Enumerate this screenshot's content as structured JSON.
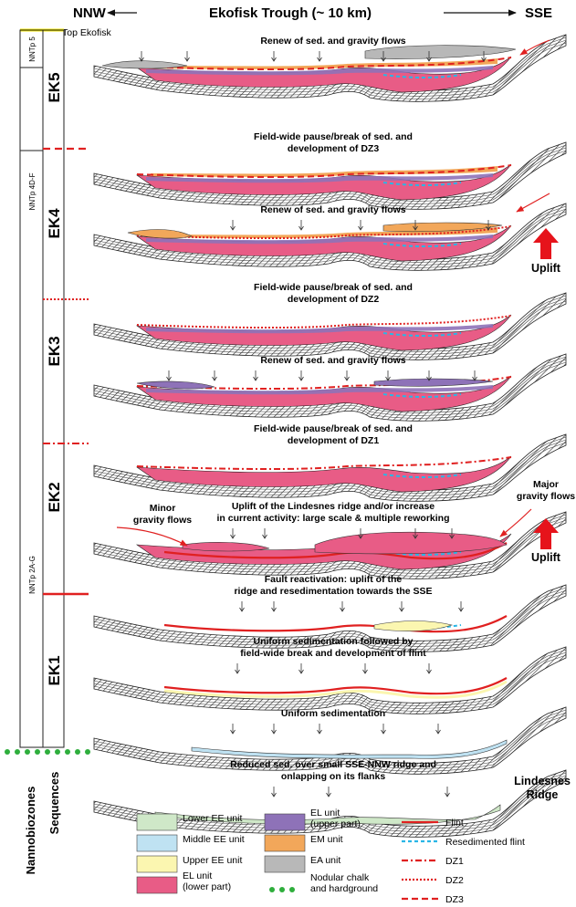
{
  "header": {
    "left": "NNW",
    "center": "Ekofisk Trough (~ 10 km)",
    "right": "SSE",
    "top_label": "Top Ekofisk"
  },
  "zones": [
    "NNTp 5",
    "NNTp 4D-F",
    "NNTp 2A-G"
  ],
  "sequences": [
    "EK5",
    "EK4",
    "EK3",
    "EK2",
    "EK1"
  ],
  "column_titles": {
    "nanno": "Nannobiozones",
    "seq": "Sequences"
  },
  "panels": [
    {
      "caption": [
        "Renew of sed. and gravity flows"
      ]
    },
    {
      "caption": [
        "Field-wide pause/break of sed. and",
        "development of DZ3"
      ]
    },
    {
      "caption": [
        "Renew of sed. and gravity flows"
      ]
    },
    {
      "caption": [
        "Field-wide pause/break of sed. and",
        "development of DZ2"
      ]
    },
    {
      "caption": [
        "Renew of sed. and gravity flows"
      ]
    },
    {
      "caption": [
        "Field-wide pause/break of sed. and",
        "development of DZ1"
      ]
    },
    {
      "caption": [
        "Uplift of the Lindesnes ridge and/or increase",
        "in current activity: large scale & multiple reworking"
      ]
    },
    {
      "caption": [
        "Fault reactivation: uplift of the",
        "ridge and resedimentation towards the SSE"
      ]
    },
    {
      "caption": [
        "Uniform sedimentation followed by",
        "field-wide break and development of flint"
      ]
    },
    {
      "caption": [
        "Uniform sedimentation"
      ]
    },
    {
      "caption": [
        "Reduced sed. over small SSE-NNW ridge and",
        "onlapping on its flanks"
      ]
    }
  ],
  "annotations": {
    "uplift": "Uplift",
    "minor_flows": [
      "Minor",
      "gravity flows"
    ],
    "major_flows": [
      "Major",
      "gravity flows"
    ],
    "ridge": [
      "Lindesnes",
      "Ridge"
    ]
  },
  "legend": {
    "units": [
      {
        "label": [
          "Lower EE unit"
        ],
        "color": "#cfe8c8"
      },
      {
        "label": [
          "Middle EE unit"
        ],
        "color": "#bfe2f2"
      },
      {
        "label": [
          "Upper EE unit"
        ],
        "color": "#fbf6b0"
      },
      {
        "label": [
          "EL unit",
          "(lower part)"
        ],
        "color": "#e85c86"
      },
      {
        "label": [
          "EL unit",
          "(upper part)"
        ],
        "color": "#8e72b8"
      },
      {
        "label": [
          "EM unit"
        ],
        "color": "#f2a75a"
      },
      {
        "label": [
          "EA unit"
        ],
        "color": "#b8b8b8"
      },
      {
        "label": [
          "Nodular chalk",
          "and hardground"
        ],
        "color": "#2eae3c"
      }
    ],
    "lines": [
      {
        "label": "Flint",
        "color": "#e02020",
        "style": "solid"
      },
      {
        "label": "Resedimented flint",
        "color": "#29b6e6",
        "style": "dashed"
      },
      {
        "label": "DZ1",
        "color": "#e02020",
        "style": "dashdot"
      },
      {
        "label": "DZ2",
        "color": "#e02020",
        "style": "dotted"
      },
      {
        "label": "DZ3",
        "color": "#e02020",
        "style": "dash"
      }
    ]
  },
  "colors": {
    "el_lower": "#e85c86",
    "el_upper": "#8e72b8",
    "em": "#f2a75a",
    "ea": "#b8b8b8",
    "lower_ee": "#cfe8c8",
    "middle_ee": "#bfe2f2",
    "upper_ee": "#fbf6b0",
    "red": "#e02020",
    "cyan": "#29b6e6",
    "green": "#2eae3c",
    "arrow_red": "#e6131b",
    "top_yellow": "#f2e600"
  }
}
